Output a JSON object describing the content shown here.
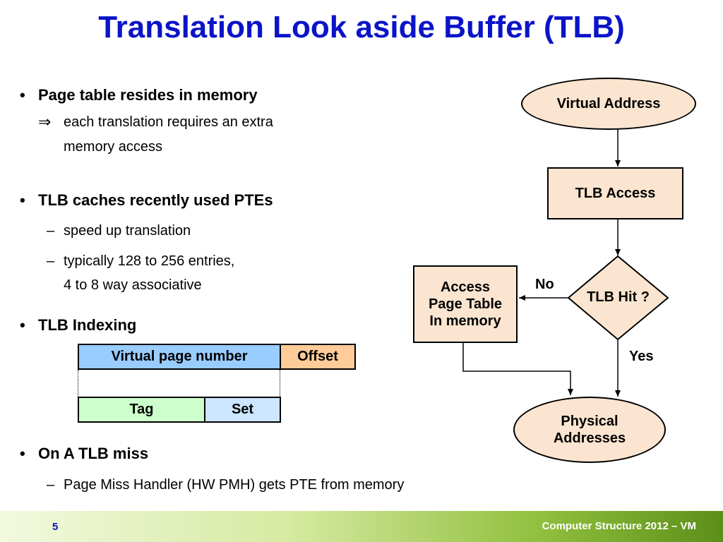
{
  "title": "Translation Look aside Buffer (TLB)",
  "bullets": {
    "b1": "Page table resides in memory",
    "b1_arrow": "⇒",
    "b1_sub_line1": "each translation requires an extra",
    "b1_sub_line2": "memory access",
    "b2": "TLB caches recently used PTEs",
    "b2_sub1": "speed up translation",
    "b2_sub2_line1": "typically 128 to 256 entries,",
    "b2_sub2_line2": "4 to 8 way associative",
    "b3": "TLB Indexing",
    "b4": "On A TLB miss",
    "b4_sub1": "Page Miss Handler (HW PMH) gets PTE from memory",
    "dot": "•",
    "dash": "–"
  },
  "indexing": {
    "vpn": "Virtual page number",
    "offset": "Offset",
    "tag": "Tag",
    "set": "Set",
    "colors": {
      "vpn": "#99ccff",
      "offset": "#ffcc99",
      "tag": "#ccffcc",
      "set": "#cce6ff"
    }
  },
  "flowchart": {
    "virtual_address": "Virtual Address",
    "tlb_access": "TLB Access",
    "tlb_hit": "TLB Hit ?",
    "access_line1": "Access",
    "access_line2": "Page Table",
    "access_line3": "In memory",
    "physical_line1": "Physical",
    "physical_line2": "Addresses",
    "no": "No",
    "yes": "Yes"
  },
  "footer": {
    "page_number": "5",
    "text": "Computer Structure 2012 – VM"
  }
}
